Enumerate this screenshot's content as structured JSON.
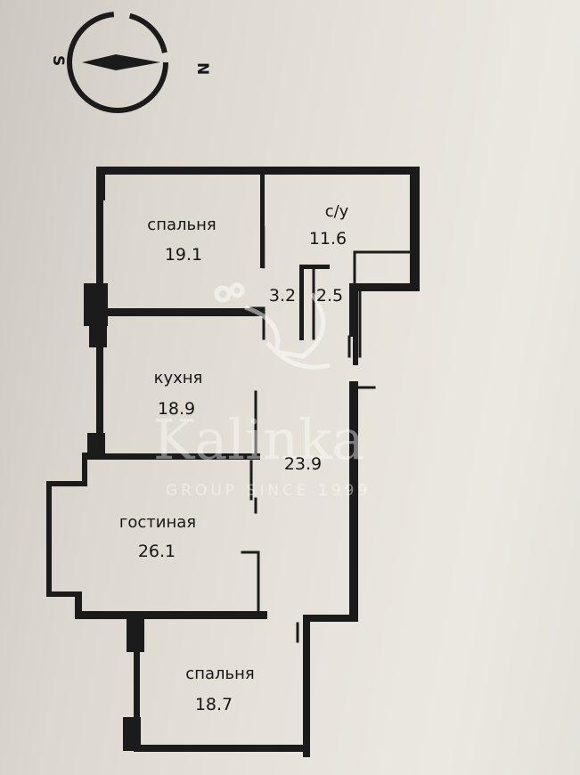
{
  "compass": {
    "south_label": "S",
    "north_label": "N"
  },
  "rooms": [
    {
      "id": "bedroom-1",
      "name": "спальня",
      "area": "19.1"
    },
    {
      "id": "bathroom",
      "name": "с/у",
      "area": "11.6"
    },
    {
      "id": "small-room-1",
      "name": "",
      "area": "3.2"
    },
    {
      "id": "small-room-2",
      "name": "",
      "area": "2.5"
    },
    {
      "id": "kitchen",
      "name": "кухня",
      "area": "18.9"
    },
    {
      "id": "hall",
      "name": "",
      "area": "23.9"
    },
    {
      "id": "living-room",
      "name": "гостиная",
      "area": "26.1"
    },
    {
      "id": "bedroom-2",
      "name": "спальня",
      "area": "18.7"
    }
  ],
  "watermark": {
    "brand": "Kalinka",
    "tagline": "GROUP SINCE 1999"
  }
}
